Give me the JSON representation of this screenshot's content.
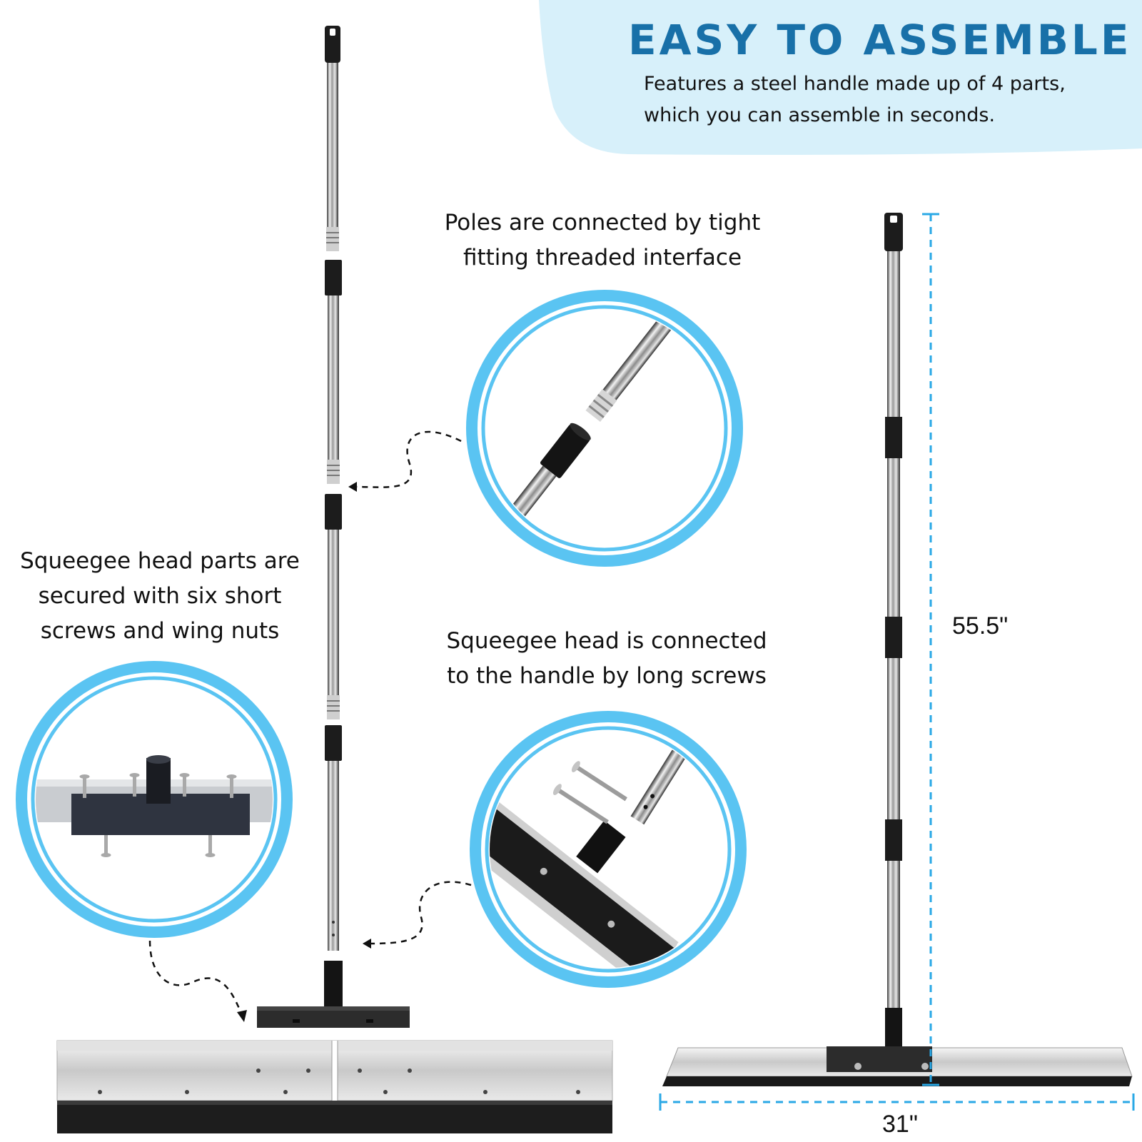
{
  "banner": {
    "title": "EASY TO ASSEMBLE",
    "subtitle_line1": "Features a steel handle made up of 4 parts,",
    "subtitle_line2": "which you can assemble in seconds."
  },
  "callouts": {
    "poles": {
      "line1": "Poles are connected by tight",
      "line2": "fitting threaded interface"
    },
    "head_parts": {
      "line1": "Squeegee head parts are",
      "line2": "secured with six short",
      "line3": "screws and wing nuts"
    },
    "head_connection": {
      "line1": "Squeegee head is connected",
      "line2": "to the handle by long screws"
    }
  },
  "dimensions": {
    "height": "55.5\"",
    "width": "31\""
  },
  "colors": {
    "accent_blue": "#5ac4f2",
    "banner_bg": "#d7f0fa",
    "title_blue": "#1870a8",
    "dimension_line": "#2aa8e6"
  }
}
